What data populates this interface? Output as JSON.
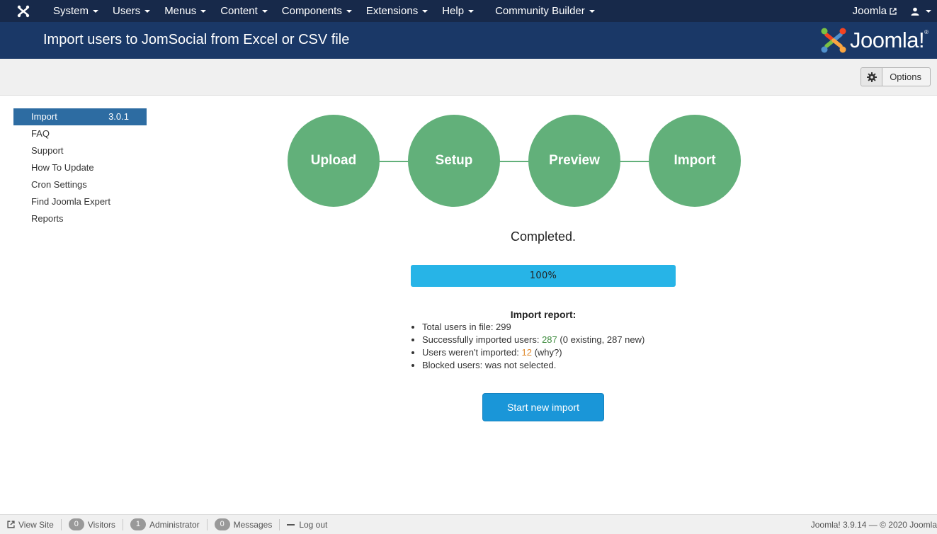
{
  "navbar": {
    "menu": [
      {
        "label": "System"
      },
      {
        "label": "Users"
      },
      {
        "label": "Menus"
      },
      {
        "label": "Content"
      },
      {
        "label": "Components"
      },
      {
        "label": "Extensions"
      },
      {
        "label": "Help"
      }
    ],
    "community_builder": "Community Builder",
    "site_link": "Joomla",
    "icons": {
      "logo": "joomla-logo-icon",
      "external": "external-link-icon",
      "user": "user-icon"
    }
  },
  "header": {
    "title": "Import users to JomSocial from Excel or CSV file",
    "brand": "Joomla!"
  },
  "toolbar": {
    "options_label": "Options",
    "options_icon": "gear-icon"
  },
  "sidebar": {
    "items": [
      {
        "label": "Import",
        "version": "3.0.1"
      },
      {
        "label": "FAQ"
      },
      {
        "label": "Support"
      },
      {
        "label": "How To Update"
      },
      {
        "label": "Cron Settings"
      },
      {
        "label": "Find Joomla Expert"
      },
      {
        "label": "Reports"
      }
    ]
  },
  "steps": [
    "Upload",
    "Setup",
    "Preview",
    "Import"
  ],
  "main": {
    "status": "Completed.",
    "progress_value": 100,
    "progress_label": "100%",
    "report": {
      "title": "Import report:",
      "total_label": "Total users in file: ",
      "total_value": "299",
      "success_label": "Successfully imported users: ",
      "success_value": "287",
      "success_detail": " (0 existing, 287 new)",
      "failed_label": "Users weren't imported: ",
      "failed_value": "12",
      "failed_why": " (why?)",
      "blocked_label": "Blocked users: was not selected."
    },
    "start_button": "Start new import"
  },
  "footer": {
    "view_site": "View Site",
    "visitors_count": "0",
    "visitors_label": "Visitors",
    "admin_count": "1",
    "admin_label": "Administrator",
    "messages_count": "0",
    "messages_label": "Messages",
    "logout": "Log out",
    "copyright": "Joomla! 3.9.14  —  © 2020 Joomla"
  },
  "colors": {
    "navbar": "#17294a",
    "header": "#1a3867",
    "step_green": "#62b07a",
    "progress": "#27b4e7",
    "button": "#1a96d8",
    "active_sidebar": "#2d6ca2"
  }
}
